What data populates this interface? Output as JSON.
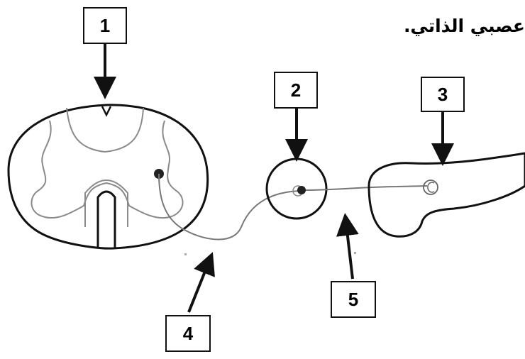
{
  "caption": "عصبي الذاتي.",
  "labels": {
    "spinal_cord": "1",
    "ganglion": "2",
    "target_organ": "3",
    "preganglionic_fiber": "4",
    "postganglionic_fiber": "5"
  },
  "colors": {
    "ink": "#111111",
    "gray_matter_outline": "#8a8a8a",
    "nerve_fiber": "#777777"
  }
}
